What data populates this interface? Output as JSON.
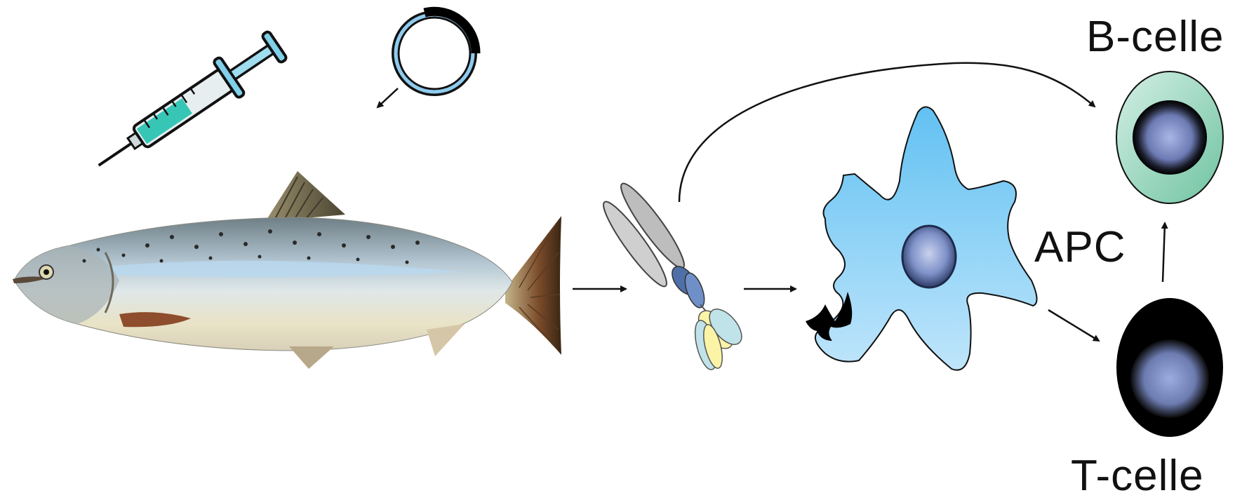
{
  "labels": {
    "b_cell": "B-celle",
    "apc": "APC",
    "t_cell": "T-celle"
  },
  "colors": {
    "apc_fill": "#7fc6ee",
    "b_cell_fill": "#9fd8c2",
    "t_cell_fill": "#000000",
    "nucleus": "#8aa0d6",
    "plasmid": "#8ecbee",
    "syringe_fluid": "#37c6b6"
  }
}
